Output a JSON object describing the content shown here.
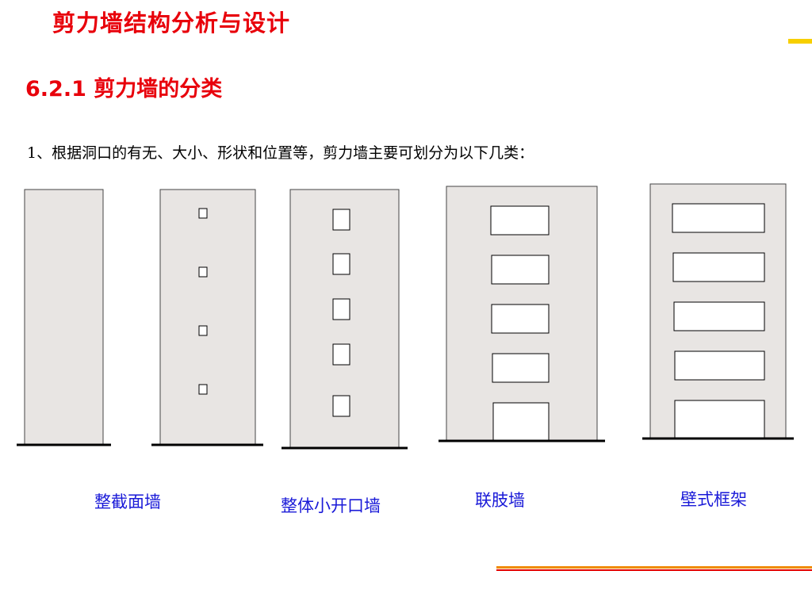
{
  "header": {
    "title": "剪力墙结构分析与设计",
    "accent_color": "#e8000b",
    "subtitle": "6.2.1 剪力墙的分类"
  },
  "body": {
    "intro": "1、根据洞口的有无、大小、形状和位置等，剪力墙主要可划分为以下几类："
  },
  "walls": [
    {
      "id": "solid",
      "openings": 0
    },
    {
      "id": "small-openings",
      "openings": 4
    },
    {
      "id": "overall-small-opening",
      "openings": 5
    },
    {
      "id": "coupled",
      "openings": 5
    },
    {
      "id": "wall-frame",
      "openings": 5
    }
  ],
  "labels": {
    "solid": "整截面墙",
    "overall_small_opening": "整体小开口墙",
    "coupled": "联肢墙",
    "wall_frame": "壁式框架"
  },
  "colors": {
    "wall_fill": "#e8e5e3",
    "label": "#1a1ad8",
    "bottom_rule_orange": "#f08a00",
    "bottom_rule_red": "#e30000"
  }
}
